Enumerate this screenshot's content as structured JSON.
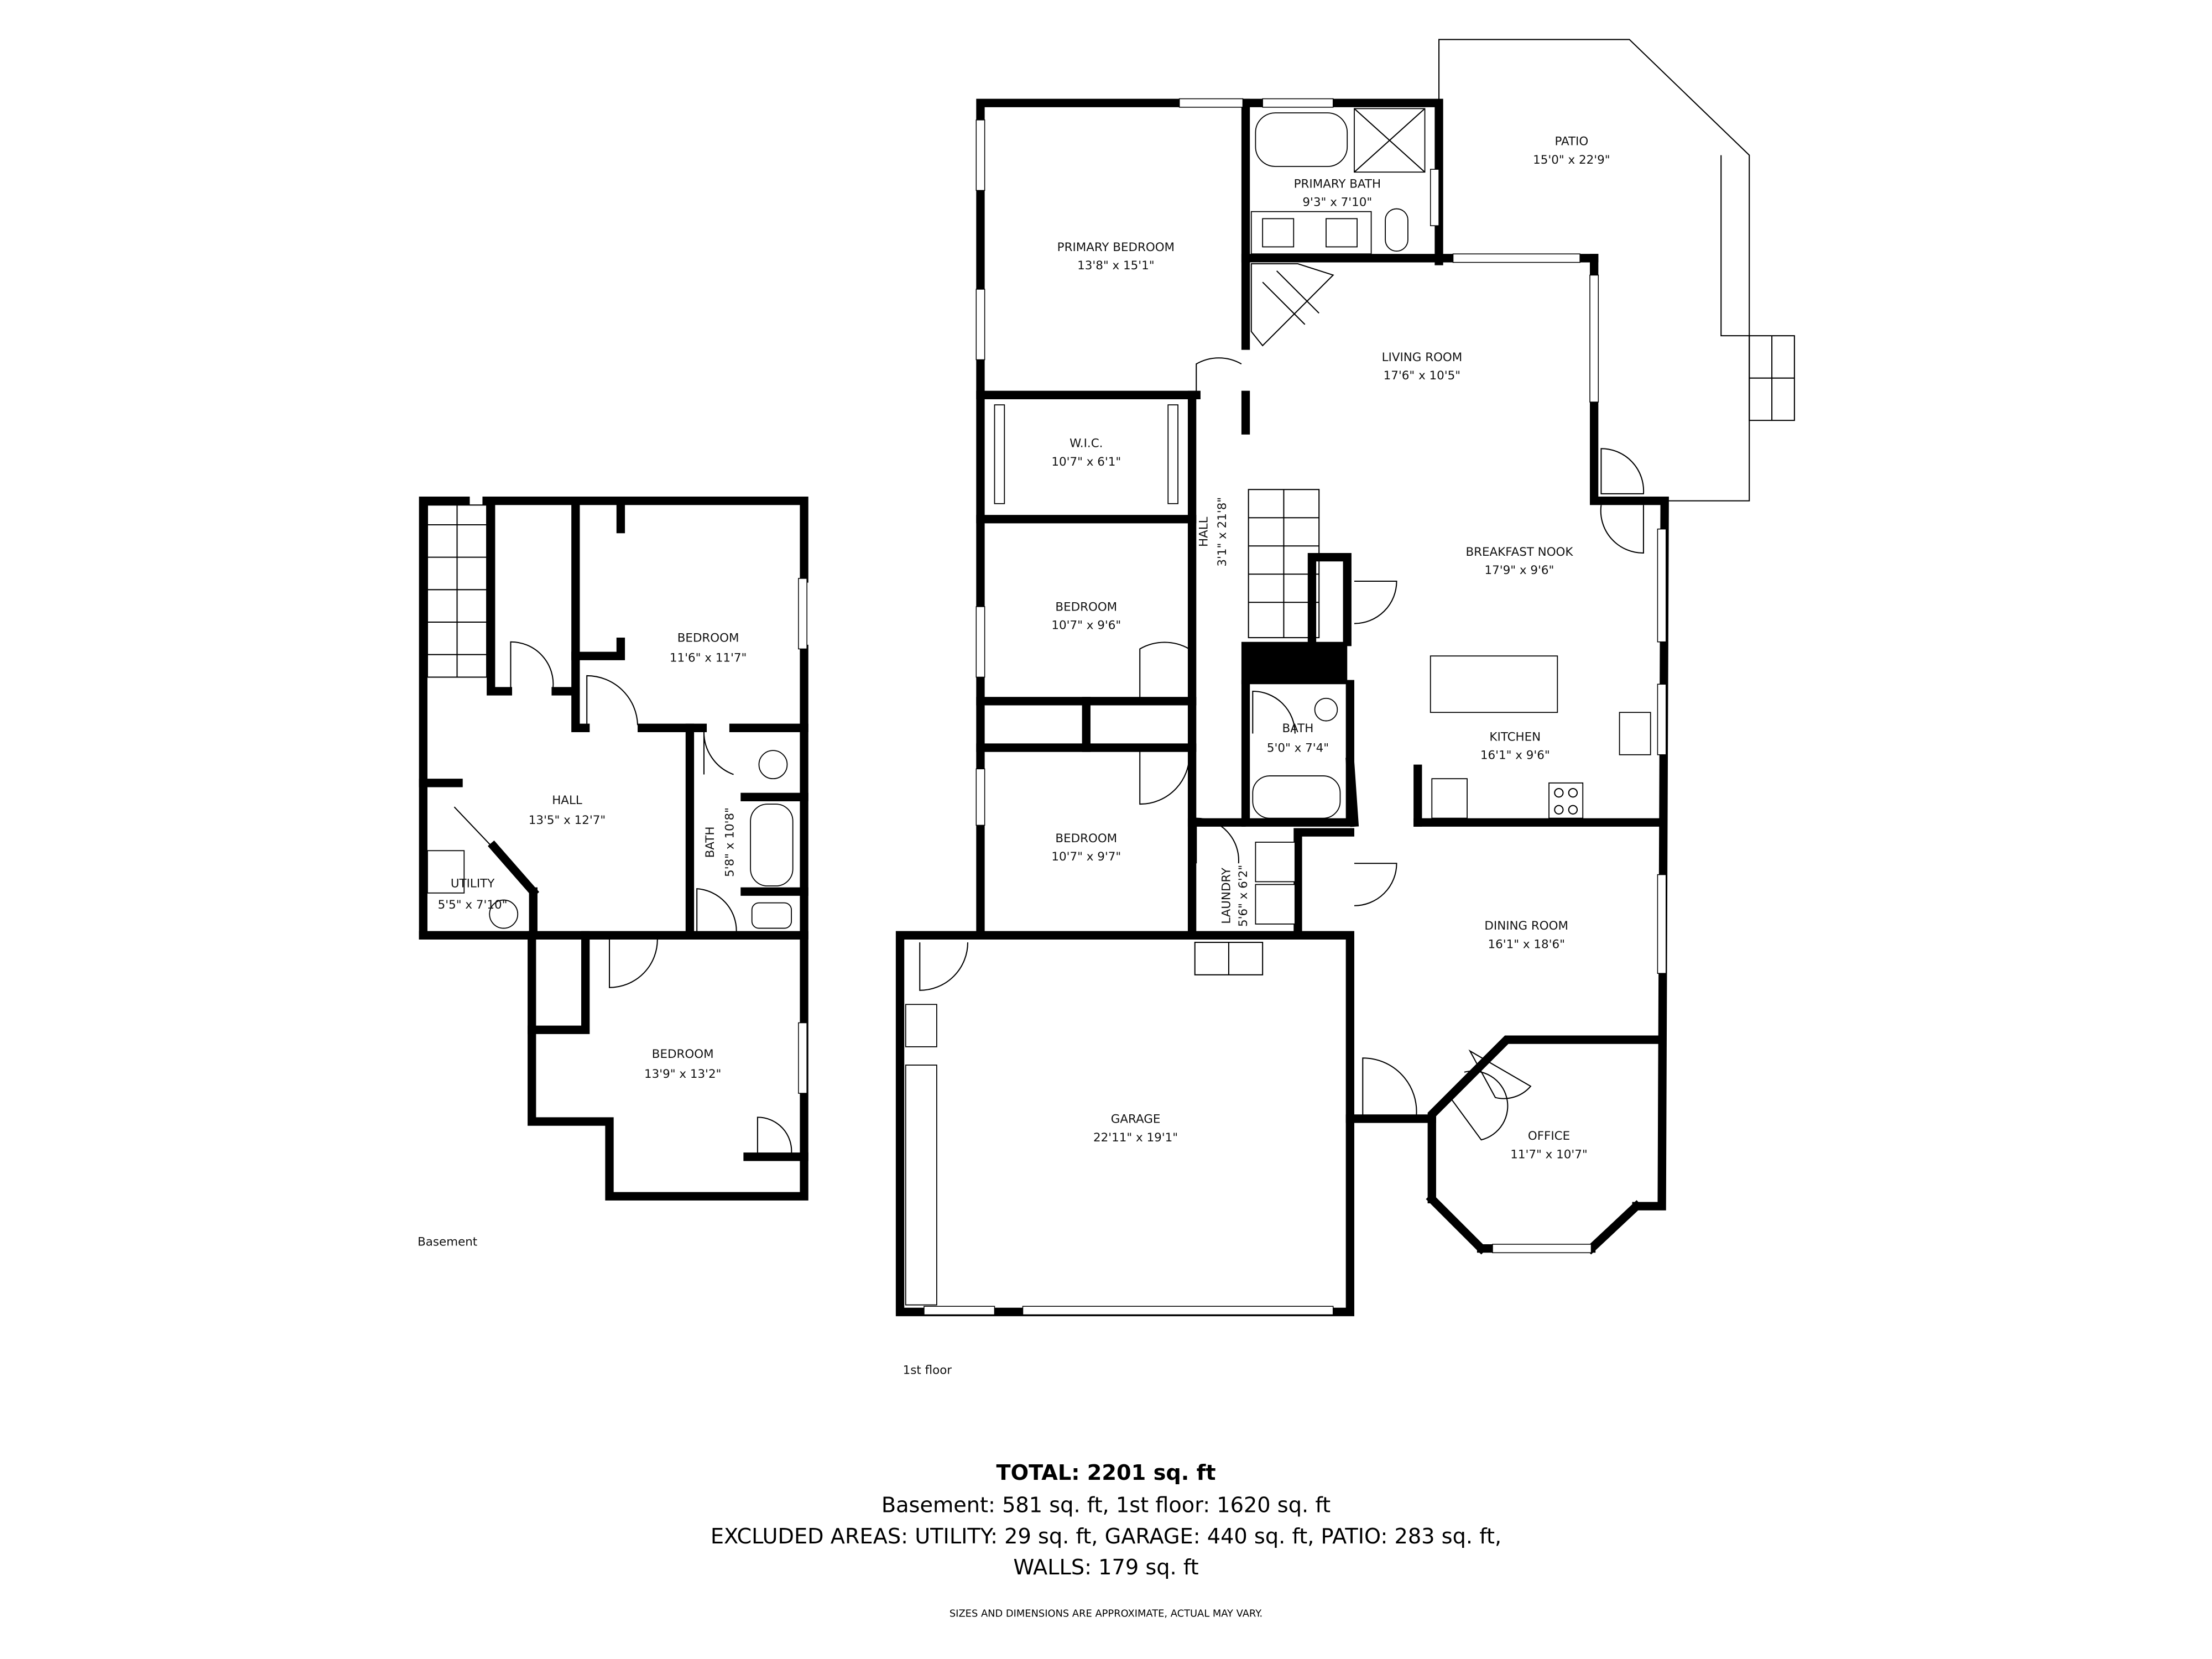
{
  "basement": {
    "label": "Basement",
    "rooms": [
      {
        "name": "BEDROOM",
        "dims": "11'6\" x 11'7\""
      },
      {
        "name": "HALL",
        "dims": "13'5\" x 12'7\""
      },
      {
        "name": "UTILITY",
        "dims": "5'5\" x 7'10\""
      },
      {
        "name": "BATH",
        "dims": "5'8\" x 10'8\""
      },
      {
        "name": "BEDROOM",
        "dims": "13'9\" x 13'2\""
      }
    ]
  },
  "first_floor": {
    "label": "1st floor",
    "rooms": [
      {
        "name": "PRIMARY BEDROOM",
        "dims": "13'8\" x 15'1\""
      },
      {
        "name": "PRIMARY BATH",
        "dims": "9'3\" x 7'10\""
      },
      {
        "name": "PATIO",
        "dims": "15'0\" x 22'9\""
      },
      {
        "name": "LIVING ROOM",
        "dims": "17'6\" x 10'5\""
      },
      {
        "name": "W.I.C.",
        "dims": "10'7\" x 6'1\""
      },
      {
        "name": "HALL",
        "dims": "3'1\" x 21'8\""
      },
      {
        "name": "BREAKFAST NOOK",
        "dims": "17'9\" x 9'6\""
      },
      {
        "name": "BEDROOM",
        "dims": "10'7\" x 9'6\""
      },
      {
        "name": "BATH",
        "dims": "5'0\" x 7'4\""
      },
      {
        "name": "KITCHEN",
        "dims": "16'1\" x 9'6\""
      },
      {
        "name": "BEDROOM",
        "dims": "10'7\" x 9'7\""
      },
      {
        "name": "LAUNDRY",
        "dims": "5'6\" x 6'2\""
      },
      {
        "name": "DINING ROOM",
        "dims": "16'1\" x 18'6\""
      },
      {
        "name": "GARAGE",
        "dims": "22'11\" x 19'1\""
      },
      {
        "name": "OFFICE",
        "dims": "11'7\" x 10'7\""
      }
    ]
  },
  "summary": {
    "total": "TOTAL: 2201 sq. ft",
    "floors": "Basement: 581 sq. ft, 1st floor: 1620 sq. ft",
    "excluded": "EXCLUDED AREAS: UTILITY: 29 sq. ft, GARAGE: 440 sq. ft, PATIO: 283 sq. ft,",
    "walls": "WALLS: 179 sq. ft",
    "disclaimer": "SIZES AND DIMENSIONS ARE APPROXIMATE, ACTUAL MAY VARY."
  }
}
